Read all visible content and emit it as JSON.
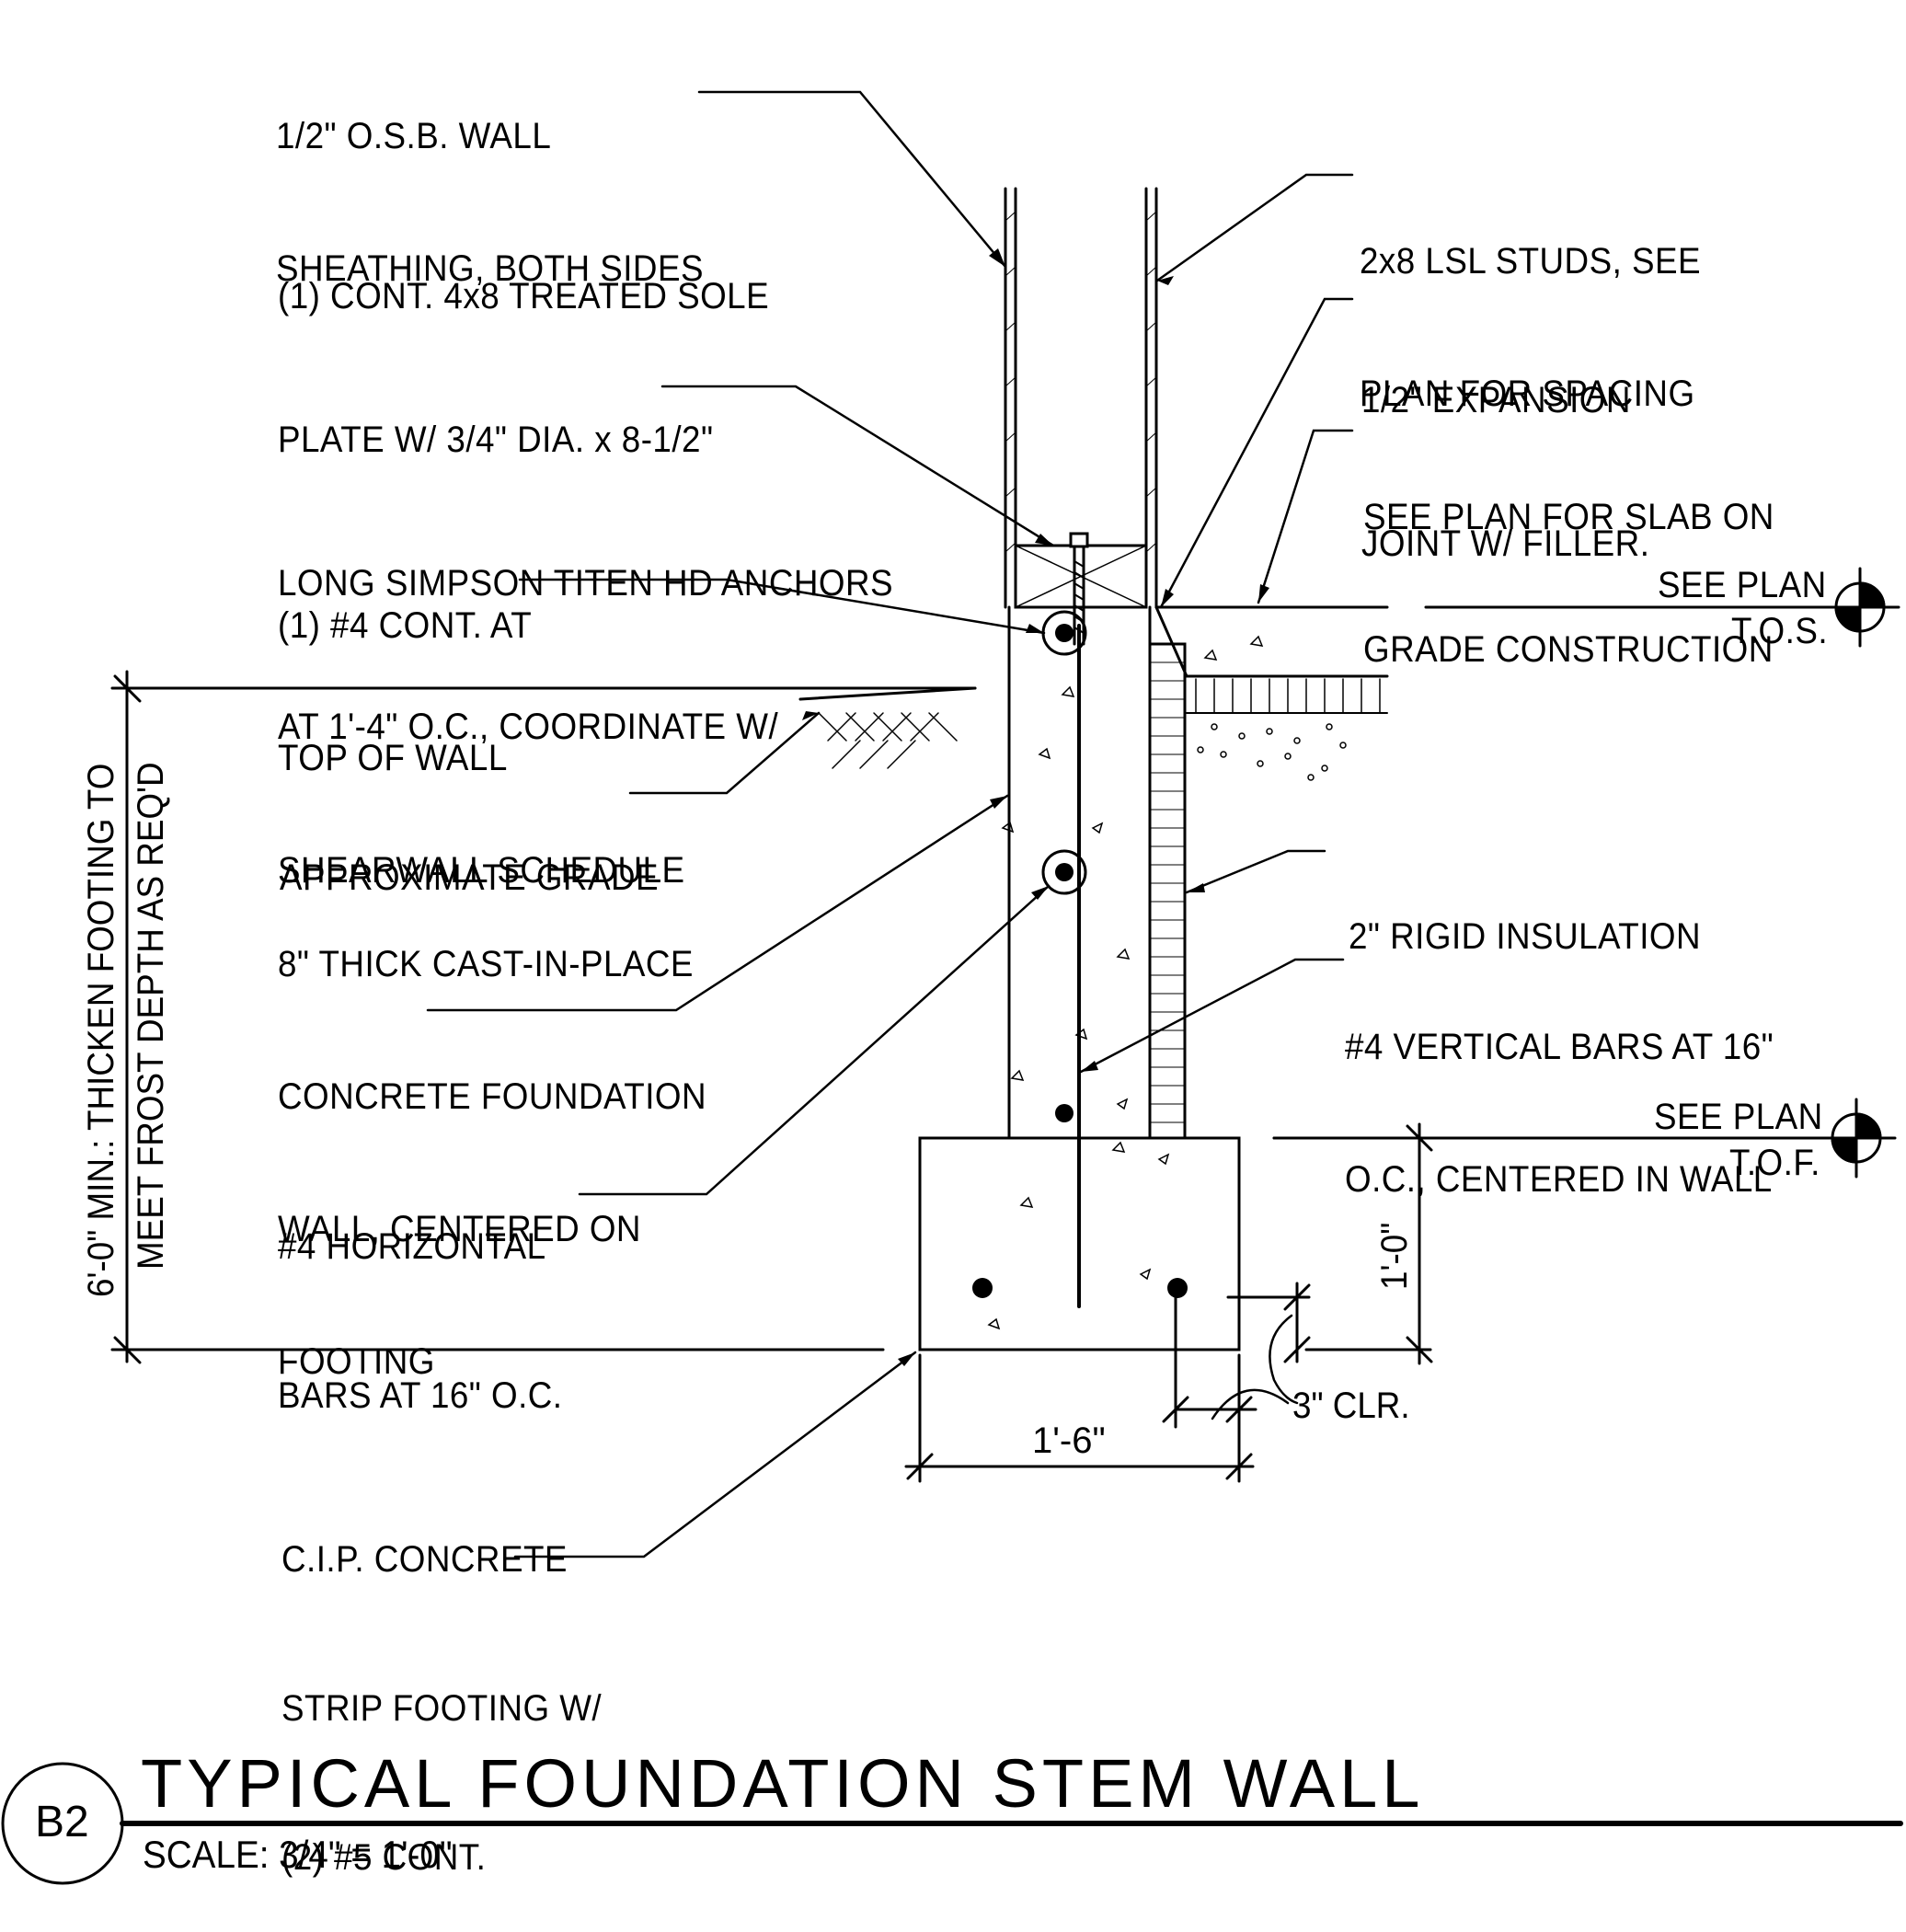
{
  "notes": {
    "osb": [
      "1/2\" O.S.B. WALL",
      "SHEATHING, BOTH SIDES"
    ],
    "sole_plate": [
      "(1) CONT. 4x8 TREATED SOLE",
      "PLATE W/ 3/4\" DIA. x 8-1/2\"",
      "LONG SIMPSON TITEN HD ANCHORS",
      "AT 1'-4\" O.C., COORDINATE W/",
      "SHEARWALL SCHEDULE"
    ],
    "top_bar": [
      "(1) #4 CONT. AT",
      "TOP OF WALL"
    ],
    "grade": [
      "APPROXIMATE GRADE"
    ],
    "wall": [
      "8\" THICK CAST-IN-PLACE",
      "CONCRETE FOUNDATION",
      "WALL, CENTERED ON",
      "FOOTING"
    ],
    "horiz_bars": [
      "#4 HORIZONTAL",
      "BARS AT 16\" O.C."
    ],
    "footing": [
      "C.I.P. CONCRETE",
      "STRIP FOOTING W/",
      "(2) #5 CONT."
    ],
    "studs": [
      "2x8 LSL STUDS, SEE",
      "PLAN FOR SPACING"
    ],
    "expansion": [
      "1/2\" EXPANSION",
      "JOINT W/ FILLER."
    ],
    "slab": [
      "SEE PLAN FOR SLAB ON",
      "GRADE CONSTRUCTION"
    ],
    "insulation": [
      "2\" RIGID INSULATION"
    ],
    "vert_bars": [
      "#4 VERTICAL BARS AT 16\"",
      "O.C., CENTERED IN WALL"
    ]
  },
  "elevations": {
    "tos": {
      "label": "SEE PLAN",
      "sub": "T.O.S."
    },
    "tof": {
      "label": "SEE PLAN",
      "sub": "T.O.F."
    }
  },
  "dimensions": {
    "depth": [
      "6'-0\" MIN.: THICKEN FOOTING TO",
      "MEET FROST DEPTH AS REQ'D"
    ],
    "footing_width": "1'-6\"",
    "footing_height": "1'-0\"",
    "clear_cover": "3\" CLR."
  },
  "title_block": {
    "tag": "B2",
    "title": "TYPICAL FOUNDATION STEM WALL",
    "scale": "SCALE: 3/4\" = 1'-0\""
  }
}
